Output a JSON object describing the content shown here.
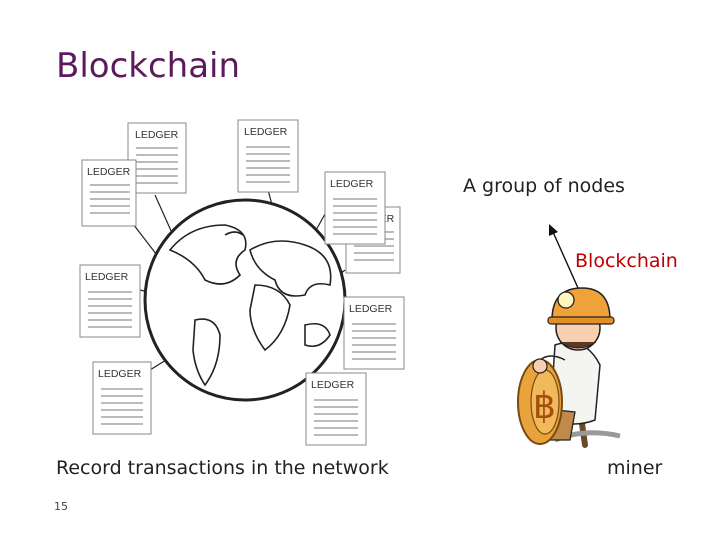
{
  "slide": {
    "title": "Blockchain",
    "ledger_label": "LEDGER",
    "nodes_caption": "A group of nodes",
    "blockchain_caption": "Blockchain",
    "miner_caption": "miner",
    "network_caption": "Record transactions in the network",
    "page_number": "15"
  },
  "colors": {
    "title": "#5b1a5e",
    "accent_red": "#c00000",
    "coin": "#e8a33d",
    "helmet": "#f0a23a"
  }
}
